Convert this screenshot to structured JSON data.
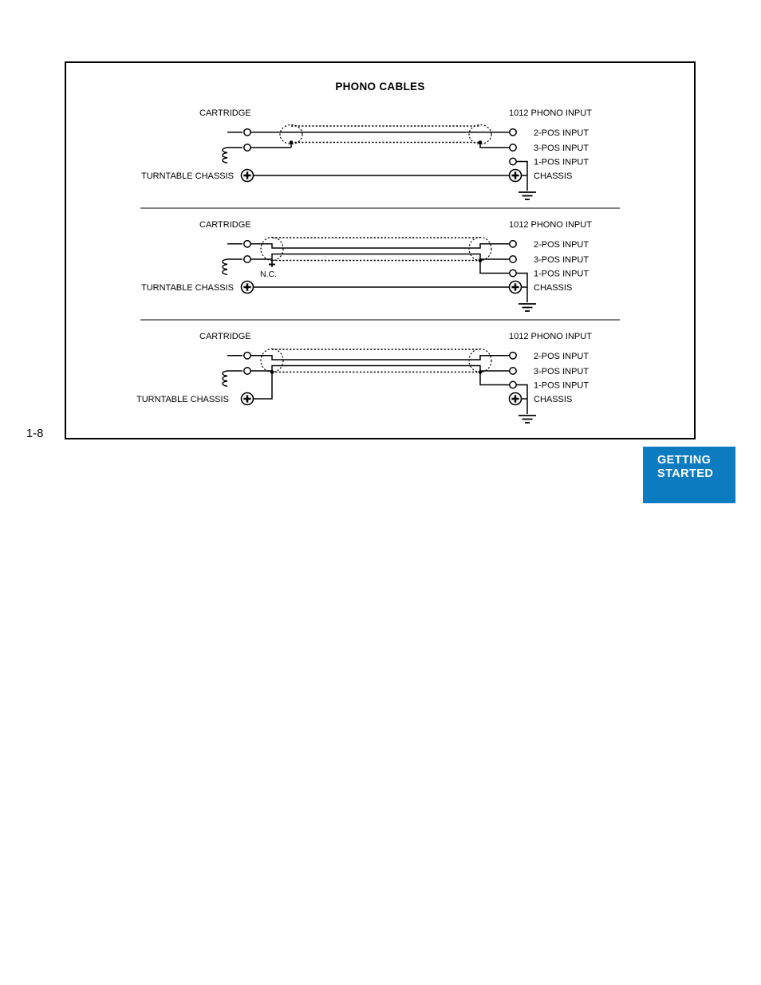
{
  "page": {
    "number": "1-8",
    "background_color": "#ffffff"
  },
  "tab": {
    "line1": "GETTING",
    "line2": "STARTED",
    "background_color": "#0c7bc0",
    "text_color": "#ffffff"
  },
  "figure": {
    "title": "PHONO CABLES",
    "border_color": "#000000"
  },
  "diagrams": [
    {
      "id": "diagram-1",
      "left_header": "CARTRIDGE",
      "right_header": "1012 PHONO INPUT",
      "chassis_label_left": "TURNTABLE CHASSIS",
      "terminals": [
        "2-POS INPUT",
        "3-POS INPUT",
        "1-POS INPUT"
      ],
      "chassis_label_right": "CHASSIS",
      "shield_note": "",
      "shield_left_connection": "signal-wire",
      "shield_right_connection": "signal-wire",
      "chassis_bond_wire": true
    },
    {
      "id": "diagram-2",
      "left_header": "CARTRIDGE",
      "right_header": "1012 PHONO INPUT",
      "chassis_label_left": "TURNTABLE CHASSIS",
      "terminals": [
        "2-POS INPUT",
        "3-POS INPUT",
        "1-POS INPUT"
      ],
      "chassis_label_right": "CHASSIS",
      "shield_note": "N.C.",
      "shield_left_connection": "not-connected",
      "shield_right_connection": "1-pos-input",
      "chassis_bond_wire": true
    },
    {
      "id": "diagram-3",
      "left_header": "CARTRIDGE",
      "right_header": "1012 PHONO INPUT",
      "chassis_label_left": "TURNTABLE CHASSIS",
      "terminals": [
        "2-POS INPUT",
        "3-POS INPUT",
        "1-POS INPUT"
      ],
      "chassis_label_right": "CHASSIS",
      "shield_note": "",
      "shield_left_connection": "turntable-chassis",
      "shield_right_connection": "1-pos-input",
      "chassis_bond_wire": false
    }
  ]
}
